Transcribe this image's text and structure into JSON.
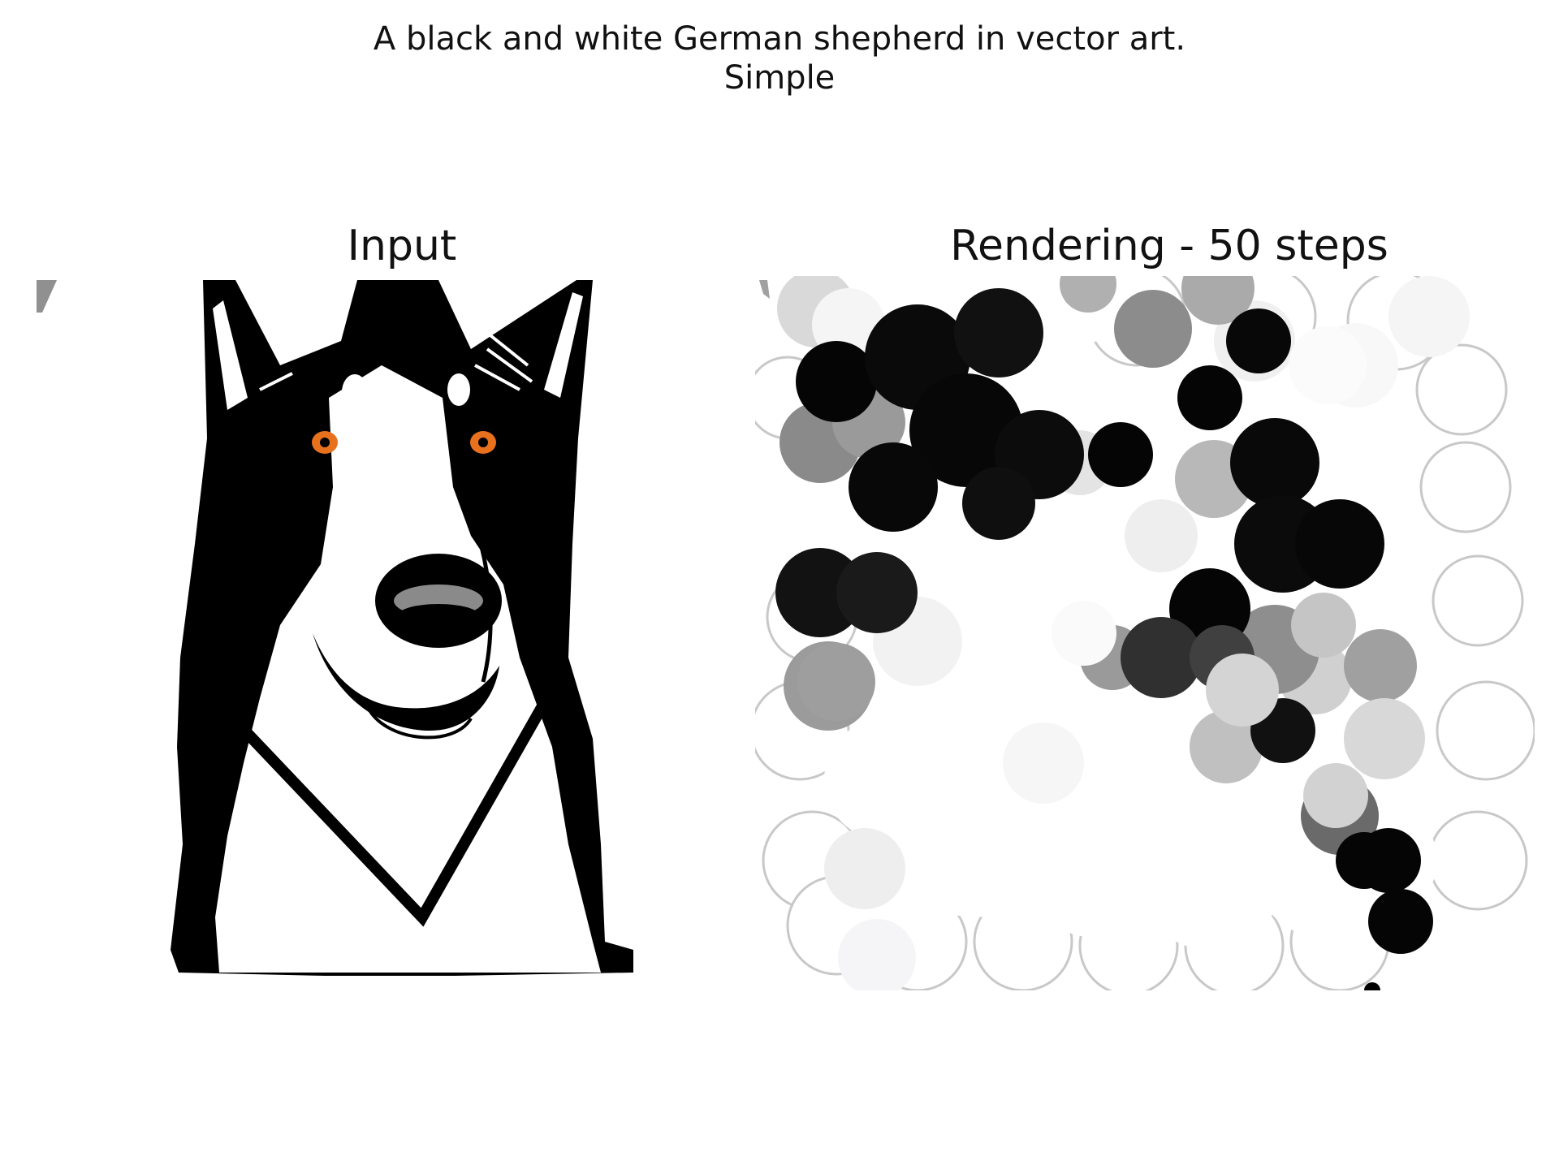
{
  "figure": {
    "suptitle_line1": "A black and white German shepherd in vector art.",
    "suptitle_line2": "Simple"
  },
  "panels": {
    "input": {
      "title": "Input"
    },
    "rendering": {
      "title": "Rendering - 50 steps"
    }
  },
  "colors": {
    "background": "#ffffff",
    "ink": "#000000",
    "eye": "#e8711e",
    "nose_highlight": "#8a8a8a"
  }
}
